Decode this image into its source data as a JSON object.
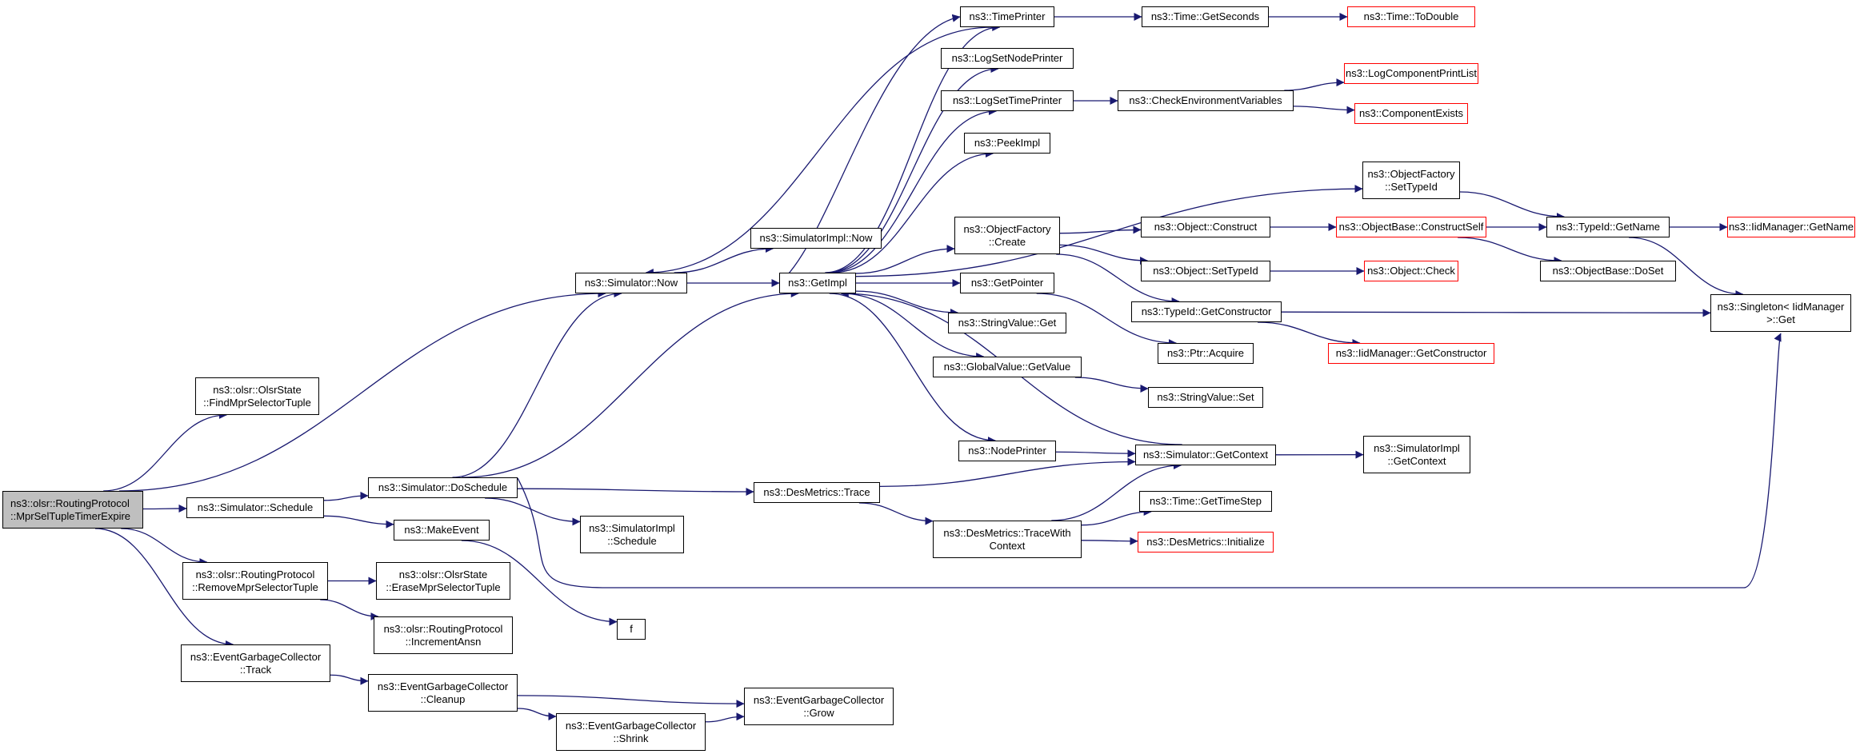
{
  "colors": {
    "edge": "#191970",
    "node_border": "#000000",
    "external_border": "#ff0000",
    "root_fill": "#bfbfbf"
  },
  "nodes": [
    {
      "id": "root",
      "lines": [
        "ns3::olsr::RoutingProtocol",
        "::MprSelTupleTimerExpire"
      ]
    },
    {
      "id": "find_mpr_sel",
      "lines": [
        "ns3::olsr::OlsrState",
        "::FindMprSelectorTuple"
      ]
    },
    {
      "id": "sim_schedule",
      "lines": [
        "ns3::Simulator::Schedule"
      ]
    },
    {
      "id": "remove_mpr_sel",
      "lines": [
        "ns3::olsr::RoutingProtocol",
        "::RemoveMprSelectorTuple"
      ]
    },
    {
      "id": "egc_track",
      "lines": [
        "ns3::EventGarbageCollector",
        "::Track"
      ]
    },
    {
      "id": "sim_now",
      "lines": [
        "ns3::Simulator::Now"
      ]
    },
    {
      "id": "sim_doschedule",
      "lines": [
        "ns3::Simulator::DoSchedule"
      ]
    },
    {
      "id": "make_event",
      "lines": [
        "ns3::MakeEvent"
      ]
    },
    {
      "id": "erase_mpr_sel",
      "lines": [
        "ns3::olsr::OlsrState",
        "::EraseMprSelectorTuple"
      ]
    },
    {
      "id": "increment_ansn",
      "lines": [
        "ns3::olsr::RoutingProtocol",
        "::IncrementAnsn"
      ]
    },
    {
      "id": "egc_cleanup",
      "lines": [
        "ns3::EventGarbageCollector",
        "::Cleanup"
      ]
    },
    {
      "id": "simimpl_now",
      "lines": [
        "ns3::SimulatorImpl::Now"
      ]
    },
    {
      "id": "get_impl",
      "lines": [
        "ns3::GetImpl"
      ]
    },
    {
      "id": "des_trace",
      "lines": [
        "ns3::DesMetrics::Trace"
      ]
    },
    {
      "id": "simimpl_schedule",
      "lines": [
        "ns3::SimulatorImpl",
        "::Schedule"
      ]
    },
    {
      "id": "f",
      "lines": [
        "f"
      ]
    },
    {
      "id": "egc_shrink",
      "lines": [
        "ns3::EventGarbageCollector",
        "::Shrink"
      ]
    },
    {
      "id": "egc_grow",
      "lines": [
        "ns3::EventGarbageCollector",
        "::Grow"
      ]
    },
    {
      "id": "time_printer",
      "lines": [
        "ns3::TimePrinter"
      ]
    },
    {
      "id": "log_set_node_printer",
      "lines": [
        "ns3::LogSetNodePrinter"
      ]
    },
    {
      "id": "log_set_time_printer",
      "lines": [
        "ns3::LogSetTimePrinter"
      ]
    },
    {
      "id": "peek_impl",
      "lines": [
        "ns3::PeekImpl"
      ]
    },
    {
      "id": "objfactory_create",
      "lines": [
        "ns3::ObjectFactory",
        "::Create"
      ]
    },
    {
      "id": "get_pointer",
      "lines": [
        "ns3::GetPointer"
      ]
    },
    {
      "id": "stringvalue_get",
      "lines": [
        "ns3::StringValue::Get"
      ]
    },
    {
      "id": "globalvalue_getvalue",
      "lines": [
        "ns3::GlobalValue::GetValue"
      ]
    },
    {
      "id": "node_printer",
      "lines": [
        "ns3::NodePrinter"
      ]
    },
    {
      "id": "des_tracewithcontext",
      "lines": [
        "ns3::DesMetrics::TraceWith",
        "Context"
      ]
    },
    {
      "id": "time_getseconds",
      "lines": [
        "ns3::Time::GetSeconds"
      ]
    },
    {
      "id": "check_env_vars",
      "lines": [
        "ns3::CheckEnvironmentVariables"
      ]
    },
    {
      "id": "object_construct",
      "lines": [
        "ns3::Object::Construct"
      ]
    },
    {
      "id": "object_settypeid",
      "lines": [
        "ns3::Object::SetTypeId"
      ]
    },
    {
      "id": "typeid_getconstructor",
      "lines": [
        "ns3::TypeId::GetConstructor"
      ]
    },
    {
      "id": "ptr_acquire",
      "lines": [
        "ns3::Ptr::Acquire"
      ]
    },
    {
      "id": "stringvalue_set",
      "lines": [
        "ns3::StringValue::Set"
      ]
    },
    {
      "id": "sim_getcontext",
      "lines": [
        "ns3::Simulator::GetContext"
      ]
    },
    {
      "id": "time_gettimestep",
      "lines": [
        "ns3::Time::GetTimeStep"
      ]
    },
    {
      "id": "des_initialize",
      "lines": [
        "ns3::DesMetrics::Initialize"
      ]
    },
    {
      "id": "time_todouble",
      "lines": [
        "ns3::Time::ToDouble"
      ]
    },
    {
      "id": "log_component_print_list",
      "lines": [
        "ns3::LogComponentPrintList"
      ]
    },
    {
      "id": "component_exists",
      "lines": [
        "ns3::ComponentExists"
      ]
    },
    {
      "id": "objfactory_settypeid",
      "lines": [
        "ns3::ObjectFactory",
        "::SetTypeId"
      ]
    },
    {
      "id": "objectbase_constructself",
      "lines": [
        "ns3::ObjectBase::ConstructSelf"
      ]
    },
    {
      "id": "object_check",
      "lines": [
        "ns3::Object::Check"
      ]
    },
    {
      "id": "iidmanager_getconstructor",
      "lines": [
        "ns3::IidManager::GetConstructor"
      ]
    },
    {
      "id": "simimpl_getcontext",
      "lines": [
        "ns3::SimulatorImpl",
        "::GetContext"
      ]
    },
    {
      "id": "typeid_getname",
      "lines": [
        "ns3::TypeId::GetName"
      ]
    },
    {
      "id": "objectbase_doset",
      "lines": [
        "ns3::ObjectBase::DoSet"
      ]
    },
    {
      "id": "iidmanager_getname",
      "lines": [
        "ns3::IidManager::GetName"
      ]
    },
    {
      "id": "singleton_get",
      "lines": [
        "ns3::Singleton< IidManager",
        ">::Get"
      ]
    }
  ],
  "edges": [
    [
      "root",
      "find_mpr_sel"
    ],
    [
      "root",
      "sim_now"
    ],
    [
      "root",
      "sim_schedule"
    ],
    [
      "root",
      "remove_mpr_sel"
    ],
    [
      "root",
      "egc_track"
    ],
    [
      "sim_now",
      "simimpl_now"
    ],
    [
      "sim_now",
      "get_impl"
    ],
    [
      "sim_schedule",
      "sim_doschedule"
    ],
    [
      "sim_schedule",
      "make_event"
    ],
    [
      "sim_doschedule",
      "sim_now"
    ],
    [
      "sim_doschedule",
      "get_impl"
    ],
    [
      "sim_doschedule",
      "des_trace"
    ],
    [
      "sim_doschedule",
      "simimpl_schedule"
    ],
    [
      "sim_doschedule",
      "singleton_get"
    ],
    [
      "make_event",
      "f"
    ],
    [
      "remove_mpr_sel",
      "erase_mpr_sel"
    ],
    [
      "remove_mpr_sel",
      "increment_ansn"
    ],
    [
      "egc_track",
      "egc_cleanup"
    ],
    [
      "egc_cleanup",
      "egc_grow"
    ],
    [
      "egc_cleanup",
      "egc_shrink"
    ],
    [
      "egc_shrink",
      "egc_grow"
    ],
    [
      "get_impl",
      "sim_now"
    ],
    [
      "get_impl",
      "time_printer"
    ],
    [
      "get_impl",
      "log_set_node_printer"
    ],
    [
      "get_impl",
      "log_set_time_printer"
    ],
    [
      "get_impl",
      "peek_impl"
    ],
    [
      "get_impl",
      "objfactory_settypeid"
    ],
    [
      "get_impl",
      "objfactory_create"
    ],
    [
      "get_impl",
      "get_pointer"
    ],
    [
      "get_impl",
      "stringvalue_get"
    ],
    [
      "get_impl",
      "globalvalue_getvalue"
    ],
    [
      "get_impl",
      "node_printer"
    ],
    [
      "time_printer",
      "sim_now"
    ],
    [
      "time_printer",
      "time_getseconds"
    ],
    [
      "time_getseconds",
      "time_todouble"
    ],
    [
      "log_set_time_printer",
      "check_env_vars"
    ],
    [
      "check_env_vars",
      "log_component_print_list"
    ],
    [
      "check_env_vars",
      "component_exists"
    ],
    [
      "objfactory_create",
      "object_construct"
    ],
    [
      "objfactory_create",
      "object_settypeid"
    ],
    [
      "objfactory_create",
      "typeid_getconstructor"
    ],
    [
      "object_construct",
      "objectbase_constructself"
    ],
    [
      "objectbase_constructself",
      "typeid_getname"
    ],
    [
      "objectbase_constructself",
      "objectbase_doset"
    ],
    [
      "object_settypeid",
      "object_check"
    ],
    [
      "typeid_getconstructor",
      "singleton_get"
    ],
    [
      "typeid_getconstructor",
      "iidmanager_getconstructor"
    ],
    [
      "objfactory_settypeid",
      "typeid_getname"
    ],
    [
      "typeid_getname",
      "iidmanager_getname"
    ],
    [
      "typeid_getname",
      "singleton_get"
    ],
    [
      "get_pointer",
      "ptr_acquire"
    ],
    [
      "globalvalue_getvalue",
      "stringvalue_set"
    ],
    [
      "node_printer",
      "sim_getcontext"
    ],
    [
      "sim_getcontext",
      "get_impl"
    ],
    [
      "sim_getcontext",
      "simimpl_getcontext"
    ],
    [
      "des_trace",
      "sim_getcontext"
    ],
    [
      "des_trace",
      "des_tracewithcontext"
    ],
    [
      "des_tracewithcontext",
      "sim_getcontext"
    ],
    [
      "des_tracewithcontext",
      "time_gettimestep"
    ],
    [
      "des_tracewithcontext",
      "des_initialize"
    ]
  ]
}
